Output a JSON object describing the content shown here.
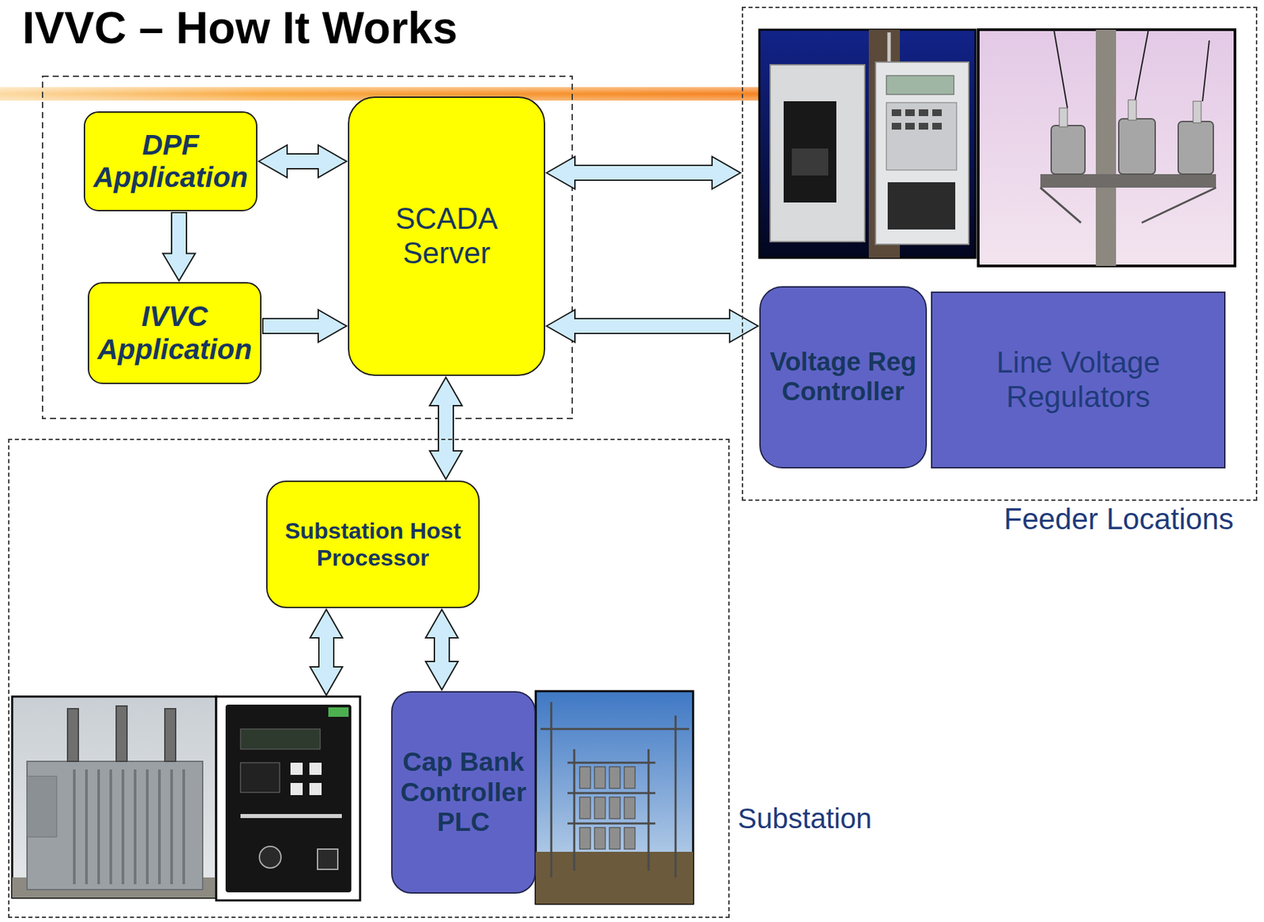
{
  "diagram": {
    "title": "IVVC – How It Works",
    "nodes": [
      {
        "text": [
          "DPF Application"
        ]
      },
      {
        "text": [
          "IVVC Application"
        ]
      },
      {
        "text": [
          "SCADA Server"
        ]
      },
      {
        "text": [
          "Feeder Locations"
        ]
      },
      {
        "text": [
          "Voltage Reg Controller"
        ],
        "in": 3
      },
      {
        "text": [
          "Line Voltage Regulators"
        ],
        "in": 3
      },
      {
        "text": [
          "Substation"
        ]
      },
      {
        "text": [
          "Substation Host Processor"
        ],
        "in": 6
      },
      {
        "text": [
          "Cap Bank Controller PLC"
        ],
        "in": 6
      }
    ],
    "edges": [
      {
        "from": 0,
        "to": 2,
        "arrow": "both"
      },
      {
        "from": 0,
        "to": 1,
        "arrow": "to"
      },
      {
        "from": 1,
        "to": 2,
        "arrow": "to"
      },
      {
        "from": 2,
        "to": 3,
        "arrow": "both"
      },
      {
        "from": 2,
        "to": 4,
        "arrow": "both"
      },
      {
        "from": 2,
        "to": 7,
        "arrow": "both"
      },
      {
        "from": 7,
        "to": 8,
        "arrow": "both"
      }
    ]
  }
}
